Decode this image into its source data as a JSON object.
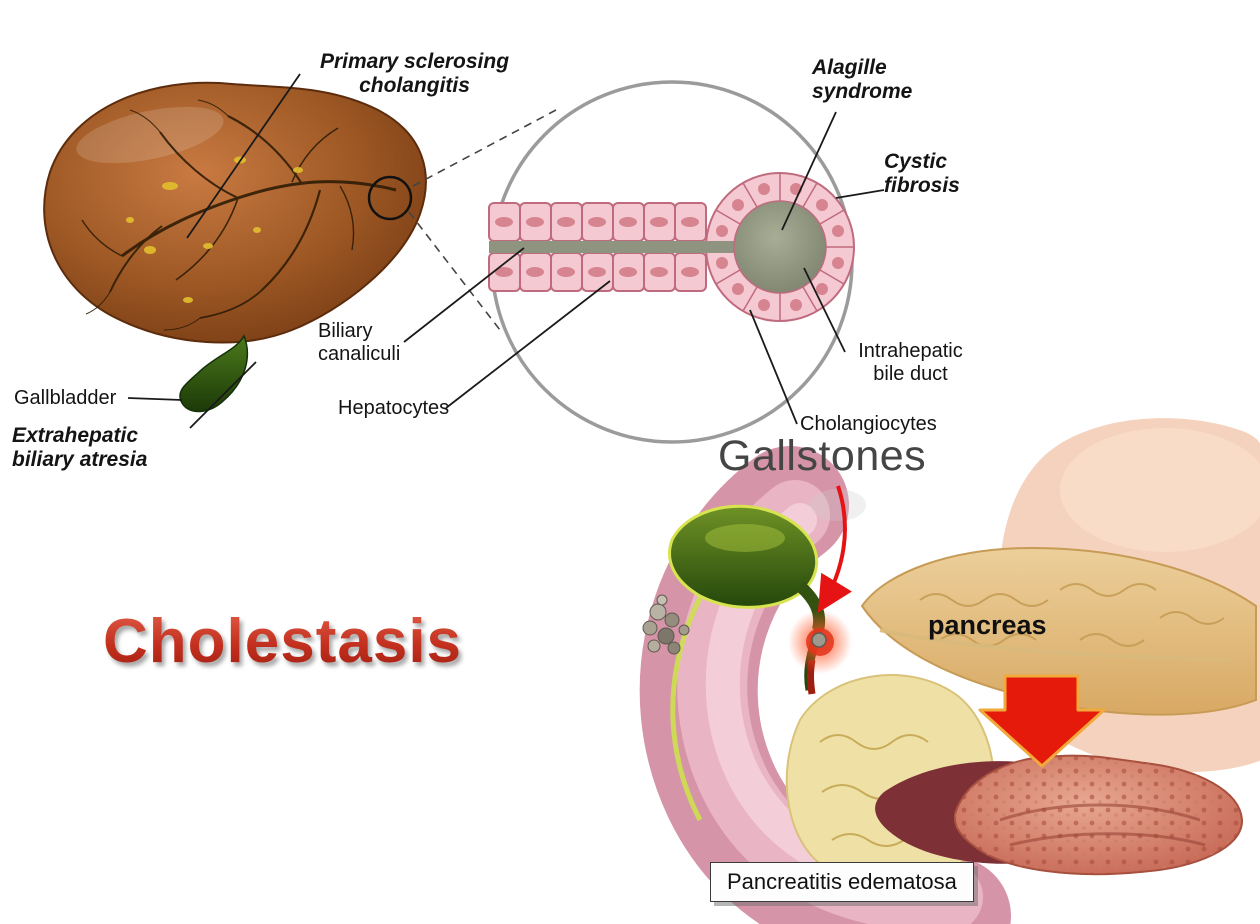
{
  "title": {
    "text": "Cholestasis"
  },
  "liver_section": {
    "primary_sclerosing_cholangitis_label": "Primary sclerosing cholangitis",
    "gallbladder_label": "Gallbladder",
    "extrahepatic_biliary_atresia_label": "Extrahepatic biliary atresia"
  },
  "microscopy_section": {
    "alagille_syndrome_label": "Alagille syndrome",
    "cystic_fibrosis_label": "Cystic fibrosis",
    "biliary_canaliculi_label": "Biliary canaliculi",
    "hepatocytes_label": "Hepatocytes",
    "intrahepatic_bile_duct_label": "Intrahepatic bile duct",
    "cholangiocytes_label": "Cholangiocytes"
  },
  "gallstones_section": {
    "gallstones_label": "Gallstones",
    "pancreas_label": "pancreas",
    "pancreatitis_edematosa_label": "Pancreatitis edematosa"
  },
  "colors": {
    "title_red": "#c22f1e",
    "label_black": "#141414",
    "gallstones_gray": "#454545",
    "cell_pink": "#f4c9d1",
    "cell_border_pink": "#c06a7e",
    "duct_lumen_green": "#8e9480",
    "liver_brown": "#a05a26",
    "gallbladder_green": "#2f5c14",
    "pancreas_tan": "#e0b674",
    "arrow_red": "#e51a0b"
  }
}
